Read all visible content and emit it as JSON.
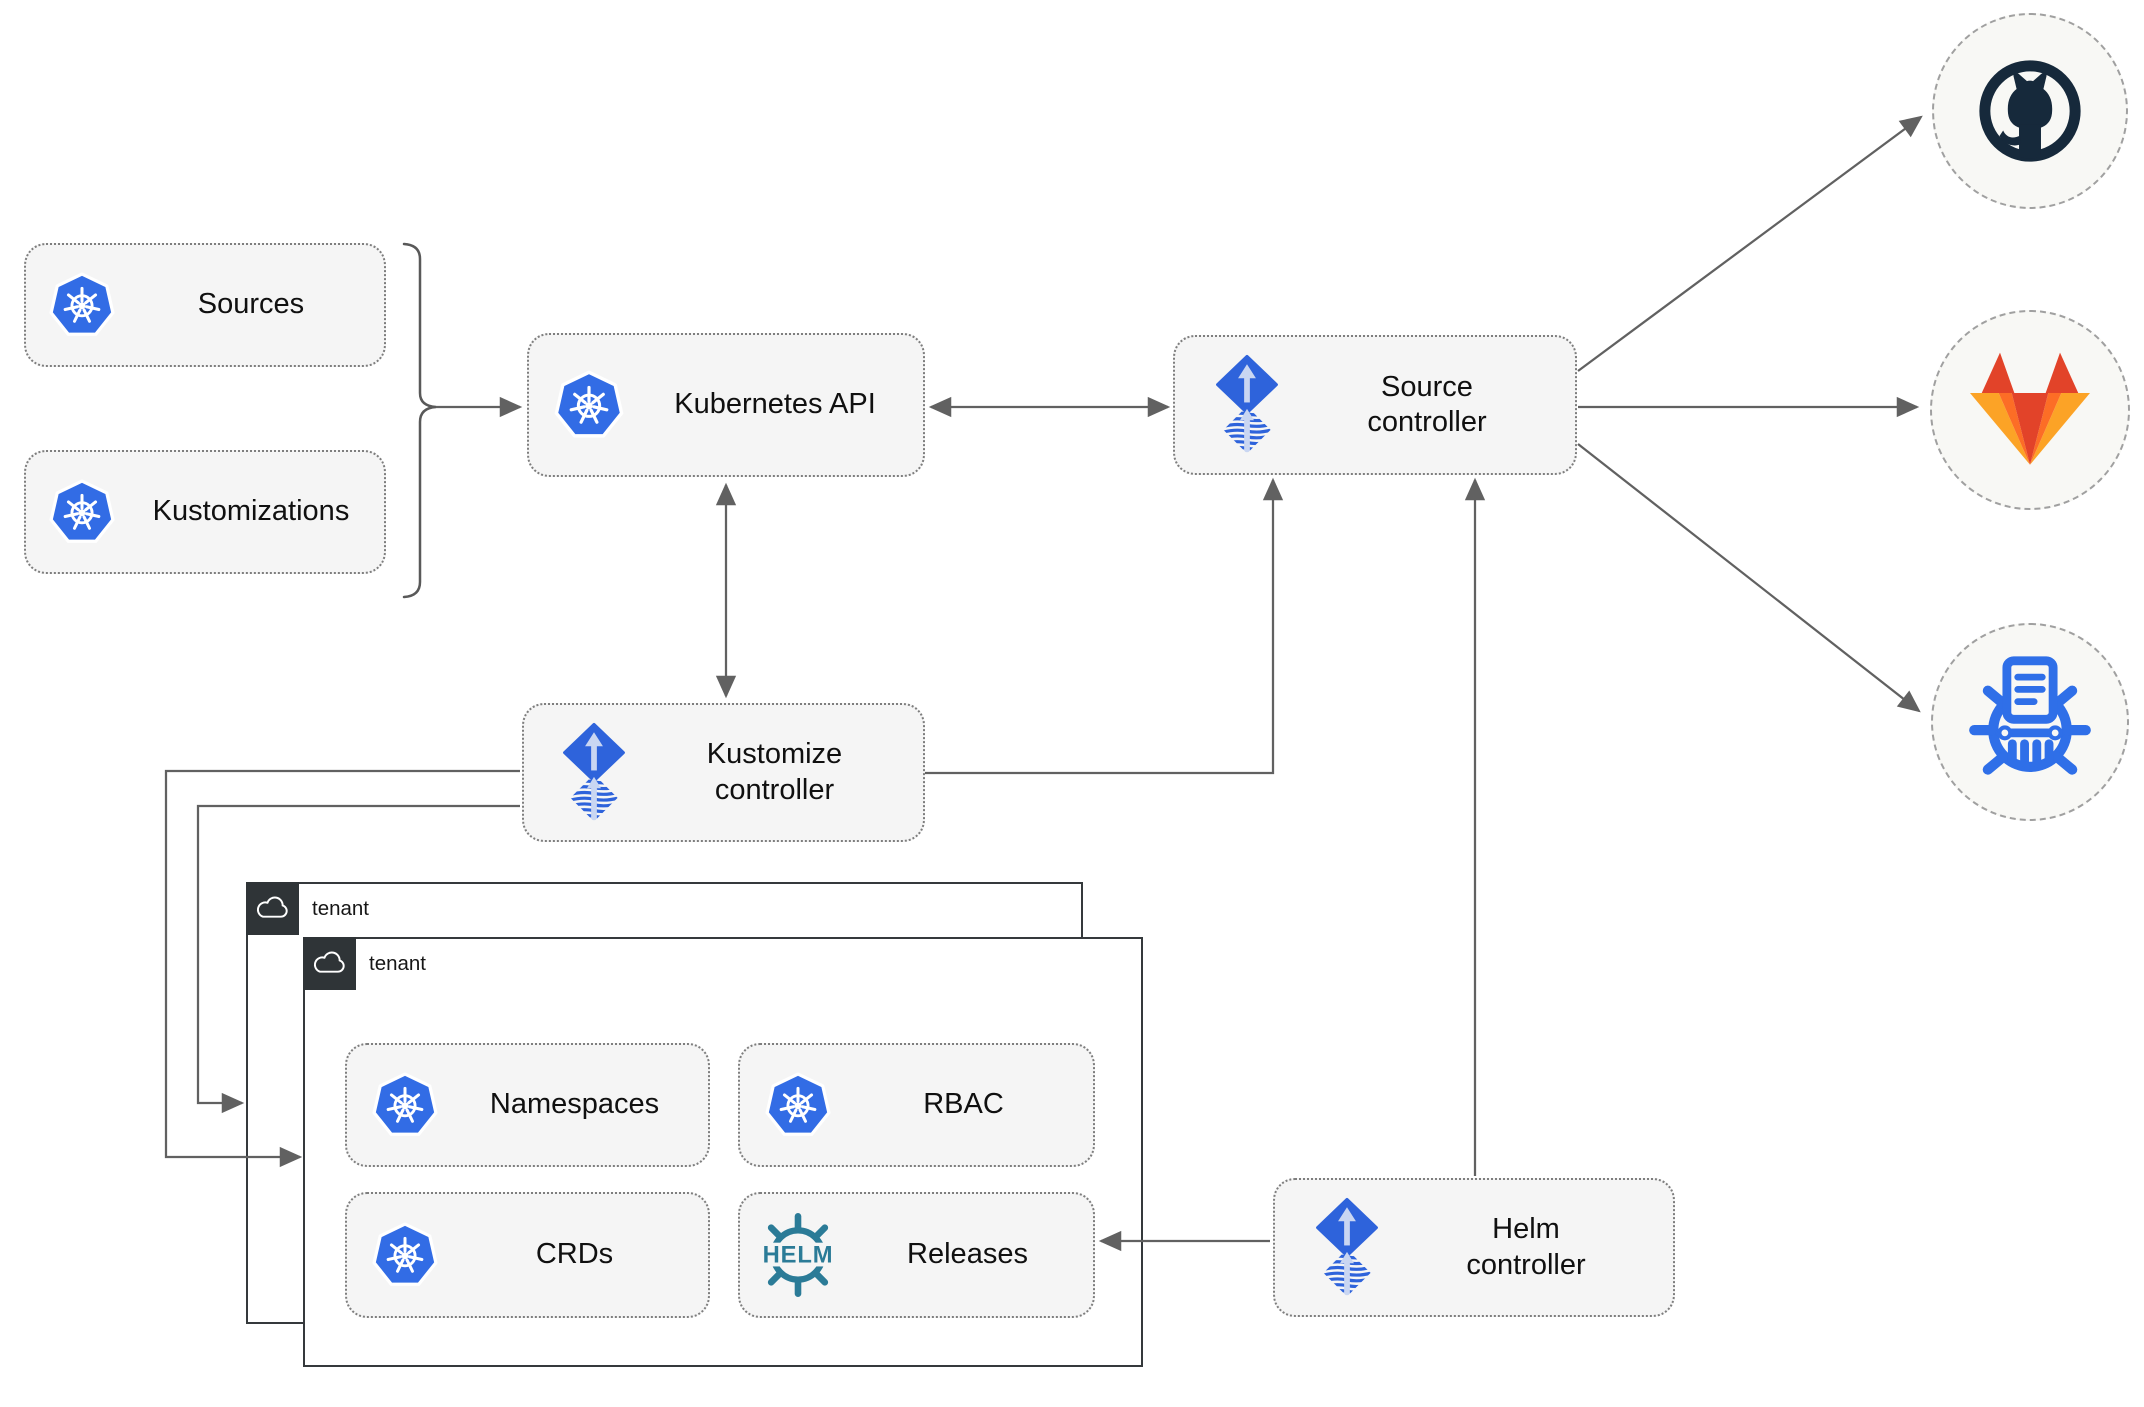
{
  "nodes": {
    "sources": {
      "label": "Sources"
    },
    "kustomizations": {
      "label": "Kustomizations"
    },
    "kubernetes_api": {
      "label": "Kubernetes API"
    },
    "source_controller": {
      "label": "Source controller"
    },
    "kustomize_controller": {
      "label": "Kustomize controller"
    },
    "helm_controller": {
      "label": "Helm controller"
    },
    "tenant_outer": {
      "label": "tenant"
    },
    "tenant_inner": {
      "label": "tenant"
    },
    "namespaces": {
      "label": "Namespaces"
    },
    "rbac": {
      "label": "RBAC"
    },
    "crds": {
      "label": "CRDs"
    },
    "releases": {
      "label": "Releases"
    }
  },
  "icons": {
    "kubernetes": "kubernetes-icon",
    "flux": "flux-controller-icon",
    "helm_logo_text": "HELM",
    "cloud": "cloud-icon",
    "github": "github-icon",
    "gitlab": "gitlab-icon",
    "chartmuseum": "chartmuseum-icon"
  },
  "edges": [
    {
      "from": "sources+kustomizations",
      "to": "kubernetes_api",
      "arrow": "single"
    },
    {
      "from": "kubernetes_api",
      "to": "source_controller",
      "arrow": "double"
    },
    {
      "from": "kubernetes_api",
      "to": "kustomize_controller",
      "arrow": "double"
    },
    {
      "from": "kustomize_controller",
      "to": "source_controller",
      "arrow": "single"
    },
    {
      "from": "kustomize_controller",
      "to": "tenant_outer",
      "arrow": "single"
    },
    {
      "from": "kustomize_controller",
      "to": "tenant_inner",
      "arrow": "single"
    },
    {
      "from": "helm_controller",
      "to": "source_controller",
      "arrow": "single"
    },
    {
      "from": "helm_controller",
      "to": "releases",
      "arrow": "single"
    },
    {
      "from": "source_controller",
      "to": "github",
      "arrow": "single"
    },
    {
      "from": "source_controller",
      "to": "gitlab",
      "arrow": "single"
    },
    {
      "from": "source_controller",
      "to": "chartmuseum",
      "arrow": "single"
    }
  ],
  "colors": {
    "kubernetes_blue": "#326ce5",
    "flux_blue": "#2e63db",
    "flux_arrow_light": "#c9d6f2",
    "helm_teal": "#2b7b97",
    "github_dark": "#16293b",
    "gitlab_red": "#e24329",
    "gitlab_orange": "#fc6d26",
    "gitlab_yellow": "#fca326",
    "connector_gray": "#616161",
    "node_fill": "#f5f5f5",
    "node_border": "#7e7e7e",
    "tenant_border": "#35393c",
    "tenant_tab_bg": "#2f3437",
    "circle_fill": "#f8f8f5",
    "circle_border": "#a0a0a0"
  }
}
